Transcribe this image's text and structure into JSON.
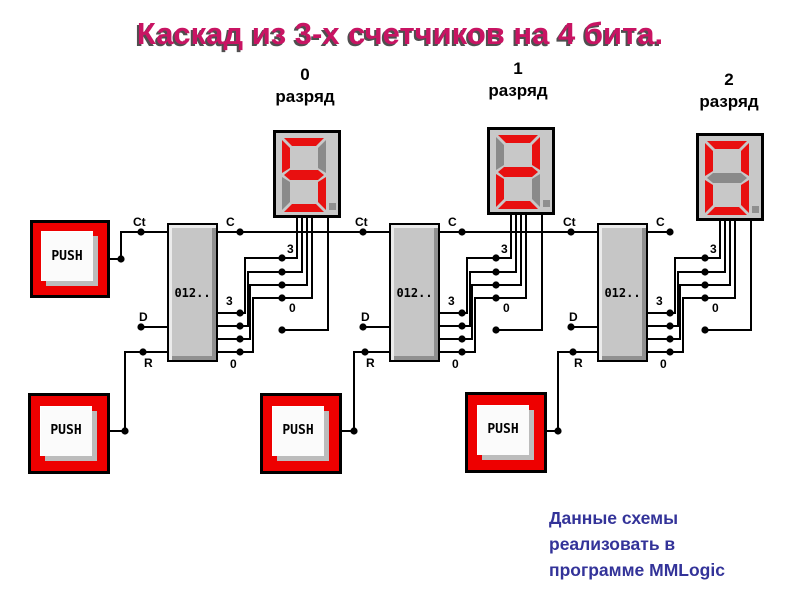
{
  "title": "Каскад из 3-х счетчиков на 4 бита.",
  "columns": [
    {
      "digit_label": "0",
      "unit_label": "разряд",
      "display_value": "5"
    },
    {
      "digit_label": "1",
      "unit_label": "разряд",
      "display_value": "2"
    },
    {
      "digit_label": "2",
      "unit_label": "разряд",
      "display_value": "0"
    }
  ],
  "counter_chip": {
    "label": "012..",
    "pins": {
      "clock": "Ct",
      "carry": "C",
      "data": "D",
      "reset": "R",
      "bit_high": "3",
      "bit_low": "0"
    }
  },
  "push_button": {
    "label": "PUSH"
  },
  "footer": {
    "lines": [
      "Данные схемы",
      "реализовать в",
      "программе MMLogic"
    ]
  },
  "colors": {
    "title": "#c81463",
    "footer": "#333399",
    "segment_on": "#e81010",
    "segment_off": "#8a8a8a",
    "button_red": "#ee0000",
    "chip_fill": "#c6c6c6",
    "wire": "#000000"
  }
}
